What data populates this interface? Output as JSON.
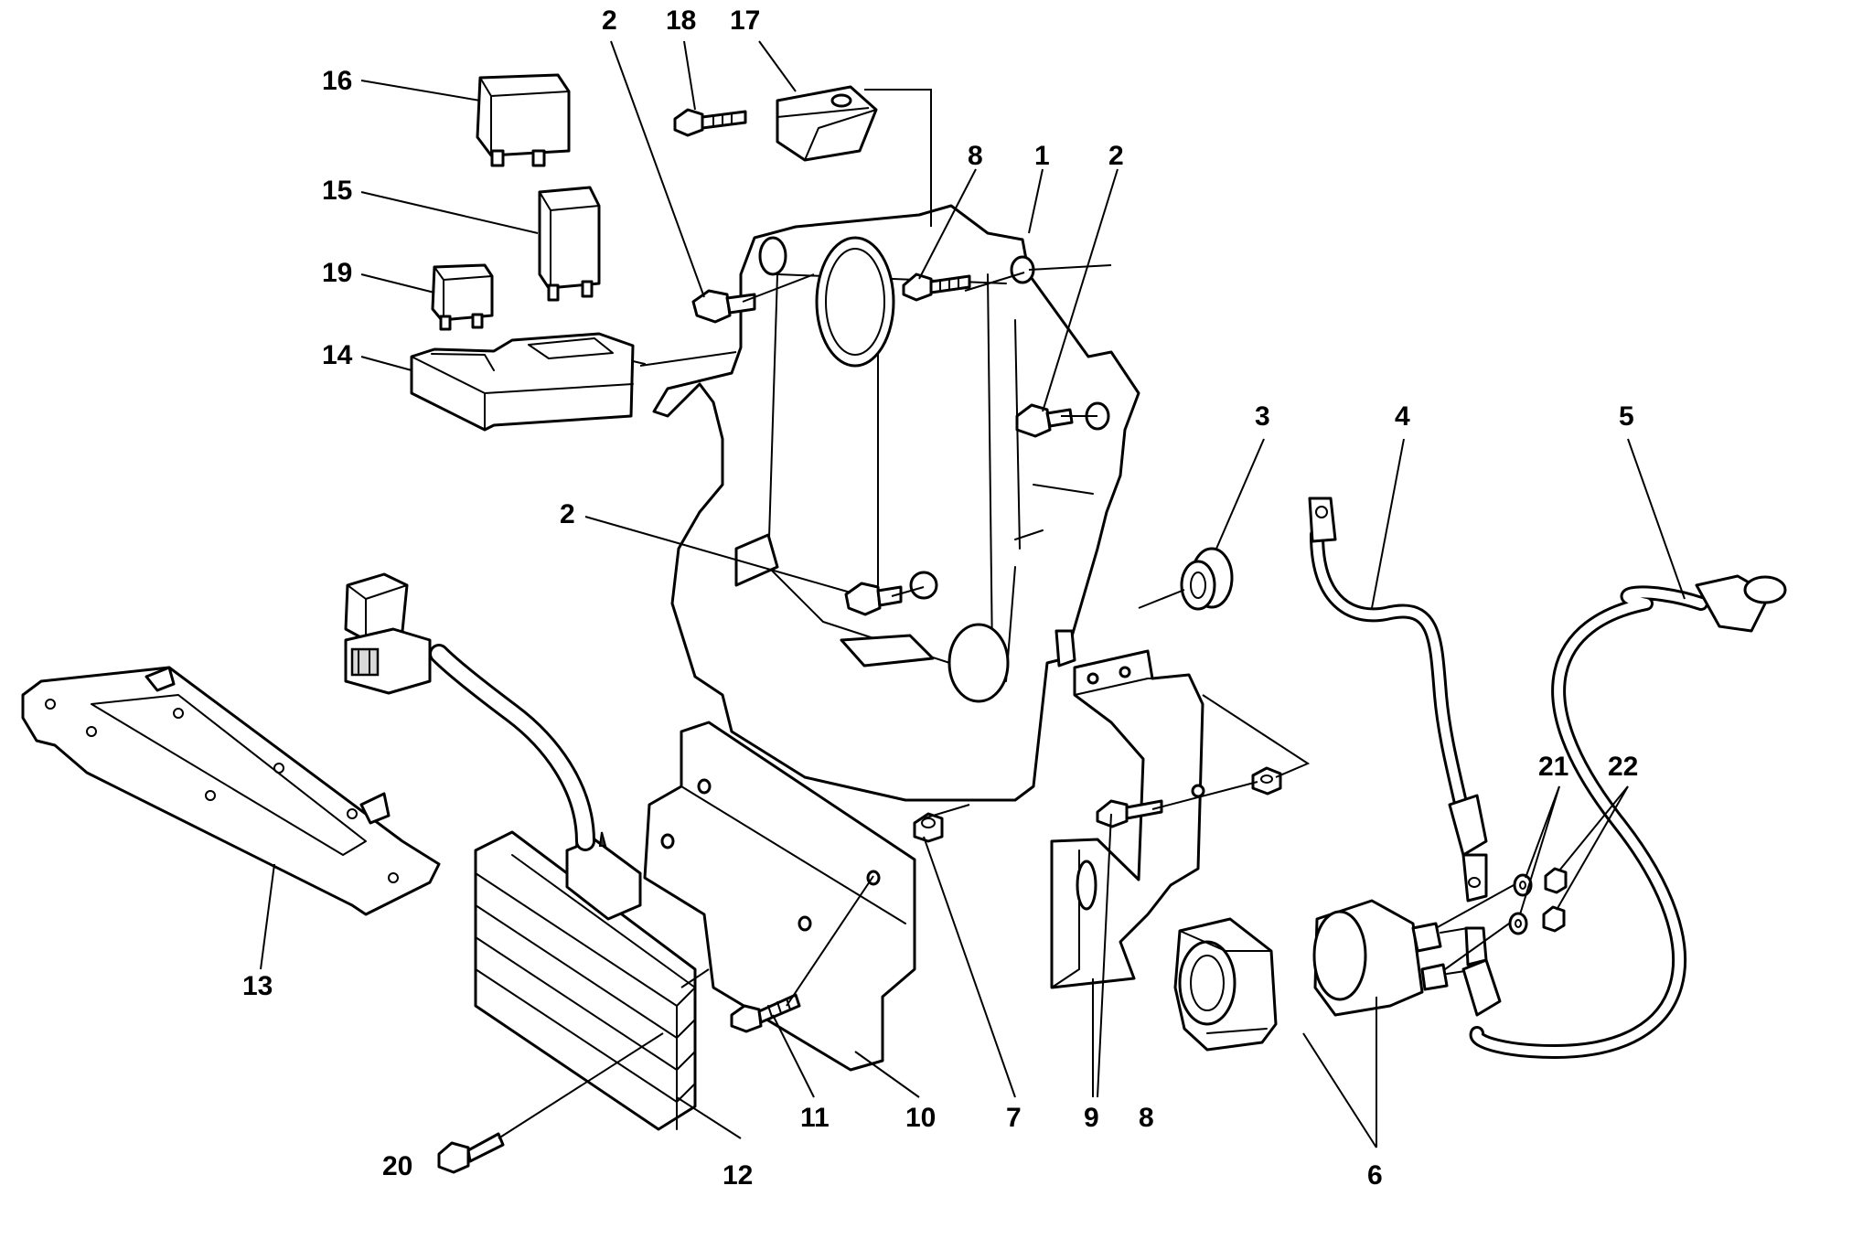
{
  "callouts": {
    "c1": "1",
    "c2a": "2",
    "c2b": "2",
    "c2c": "2",
    "c3": "3",
    "c4": "4",
    "c5": "5",
    "c6": "6",
    "c7": "7",
    "c8a": "8",
    "c8b": "8",
    "c9": "9",
    "c10": "10",
    "c11": "11",
    "c12": "12",
    "c13": "13",
    "c14": "14",
    "c15": "15",
    "c16": "16",
    "c17": "17",
    "c18": "18",
    "c19": "19",
    "c20": "20",
    "c21": "21",
    "c22": "22"
  }
}
